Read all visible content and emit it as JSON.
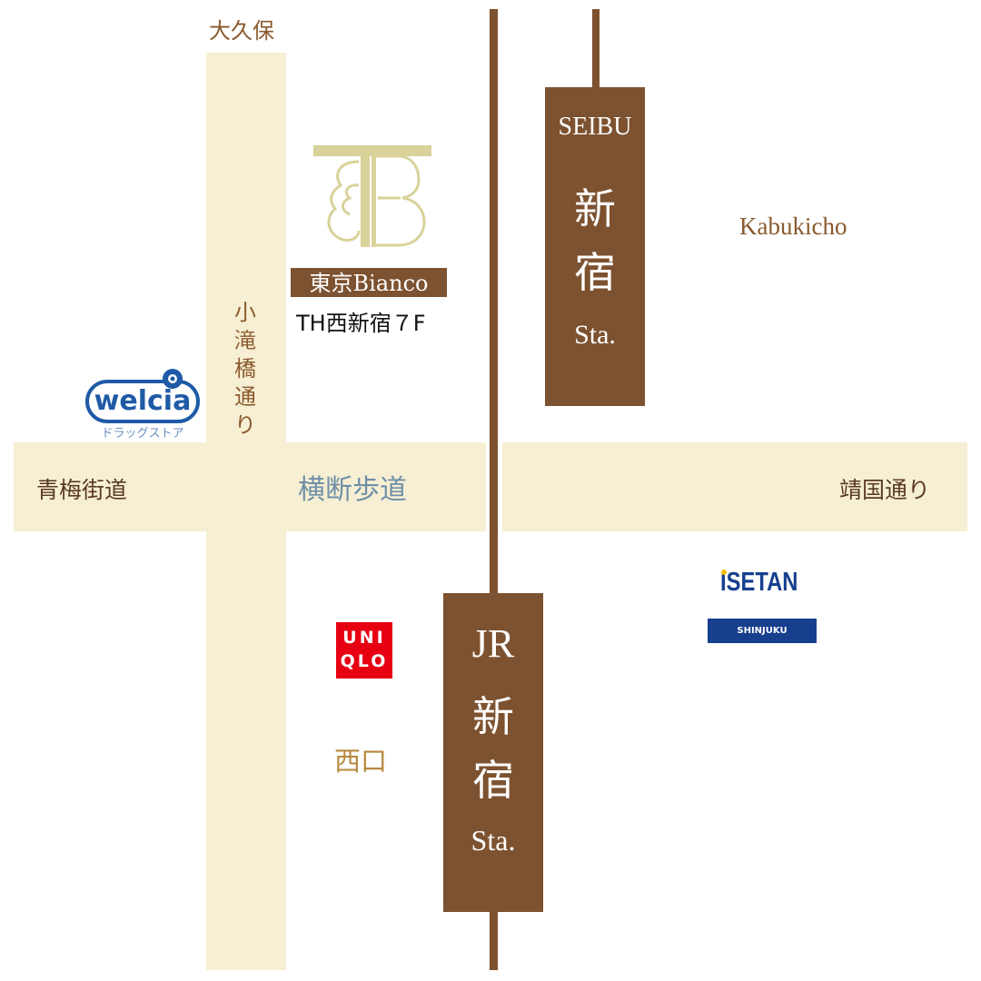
{
  "roads": {
    "north_label": "大久保",
    "west_road": "青梅街道",
    "east_road": "靖国通り",
    "vertical_road_chars": [
      "小",
      "滝",
      "橋",
      "通",
      "り"
    ],
    "crosswalk": "横断歩道"
  },
  "area_labels": {
    "kabukicho": "Kabukicho",
    "west_exit": "西口"
  },
  "stations": {
    "seibu": {
      "line": "SEIBU",
      "chars": [
        "新",
        "宿"
      ],
      "suffix": "Sta."
    },
    "jr": {
      "line": "JR",
      "chars": [
        "新",
        "宿"
      ],
      "suffix": "Sta."
    }
  },
  "destination": {
    "logo_letters": "TB",
    "name": "東京Bianco",
    "building": "TH西新宿７F"
  },
  "landmarks": {
    "welcia": {
      "logo": "welcia",
      "sub": "ドラッグストア"
    },
    "uniqlo": {
      "line1": "UNI",
      "line2": "QLO"
    },
    "isetan": {
      "logo": "ISETAN",
      "sub": "SHINJUKU"
    }
  },
  "colors": {
    "road": "#f7efd3",
    "rail": "#7d5230",
    "label_brown": "#8a5a2e",
    "crosswalk_blue": "#6f8fa8",
    "tb_gold": "#d9d29a",
    "uniqlo_red": "#e60012",
    "isetan_blue": "#173f8e",
    "welcia_blue": "#1f5aa6"
  }
}
